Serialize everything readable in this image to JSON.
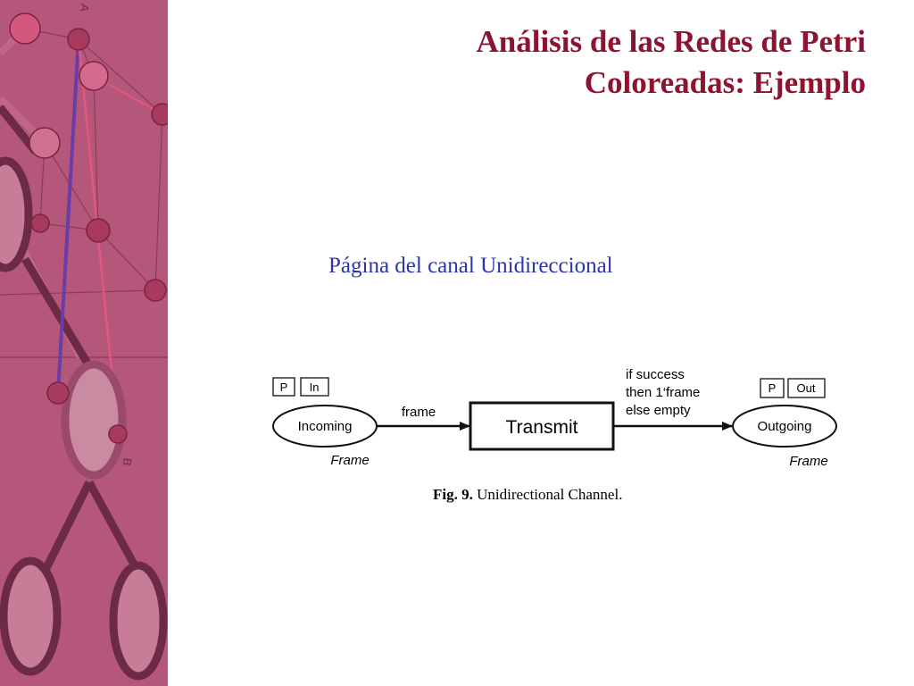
{
  "colors": {
    "sidebar_background": "#b4577b",
    "title": "#8c1430",
    "subtitle": "#2c35a8",
    "edge_purple": "#6a3ea8",
    "edge_pink": "#e2577e"
  },
  "sidebar": {
    "node_labels": {
      "a": "A",
      "b": "B"
    }
  },
  "title": {
    "line1": "Análisis de las Redes de Petri",
    "line2": "Coloreadas: Ejemplo"
  },
  "subtitle": "Página del canal Unidireccional",
  "diagram": {
    "places": {
      "incoming": {
        "name": "Incoming",
        "color_set": "Frame",
        "tags": [
          "P",
          "In"
        ]
      },
      "outgoing": {
        "name": "Outgoing",
        "color_set": "Frame",
        "tags": [
          "P",
          "Out"
        ]
      }
    },
    "transition": {
      "name": "Transmit"
    },
    "arcs": {
      "in_label": "frame",
      "out_label_lines": [
        "if success",
        "then 1‘frame",
        "else empty"
      ]
    },
    "caption": {
      "bold": "Fig. 9.",
      "text": " Unidirectional Channel."
    }
  }
}
